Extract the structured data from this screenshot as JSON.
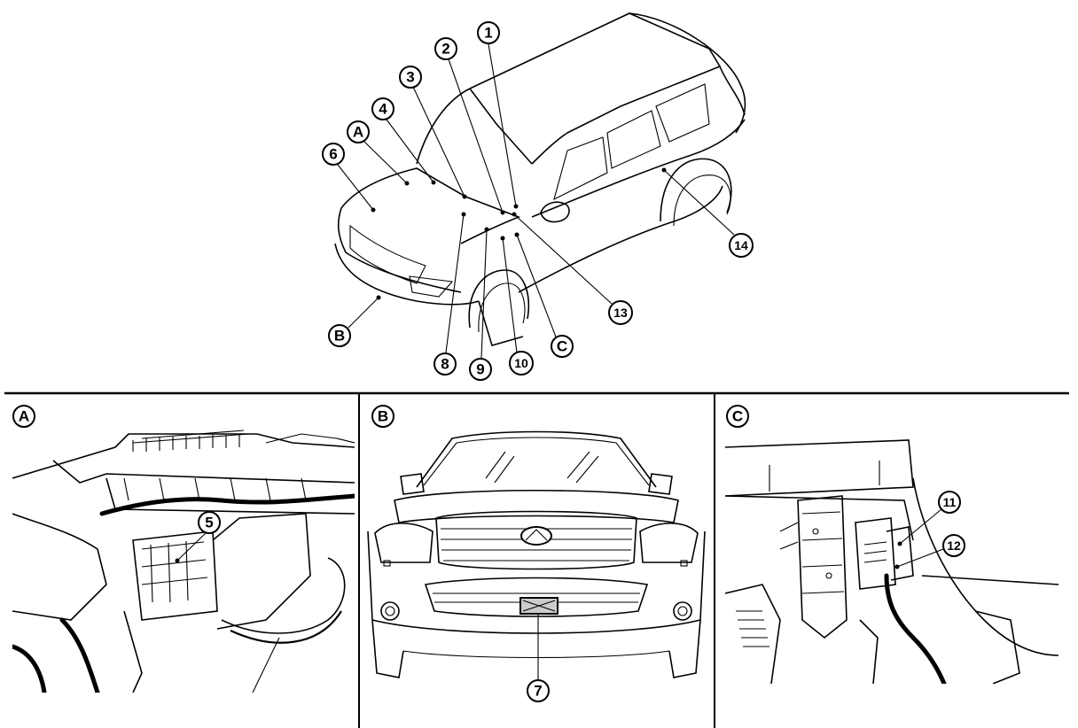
{
  "overview": {
    "callouts": [
      {
        "id": "c1",
        "label": "1"
      },
      {
        "id": "c2",
        "label": "2"
      },
      {
        "id": "c3",
        "label": "3"
      },
      {
        "id": "c4",
        "label": "4"
      },
      {
        "id": "cA",
        "label": "A"
      },
      {
        "id": "c6",
        "label": "6"
      },
      {
        "id": "cB",
        "label": "B"
      },
      {
        "id": "c8",
        "label": "8"
      },
      {
        "id": "c9",
        "label": "9"
      },
      {
        "id": "c10",
        "label": "10"
      },
      {
        "id": "cC",
        "label": "C"
      },
      {
        "id": "c13",
        "label": "13"
      },
      {
        "id": "c14",
        "label": "14"
      }
    ]
  },
  "panels": {
    "a": {
      "label": "A",
      "callout": "5"
    },
    "b": {
      "label": "B",
      "callout": "7"
    },
    "c": {
      "label": "C",
      "callout_11": "11",
      "callout_12": "12"
    }
  }
}
